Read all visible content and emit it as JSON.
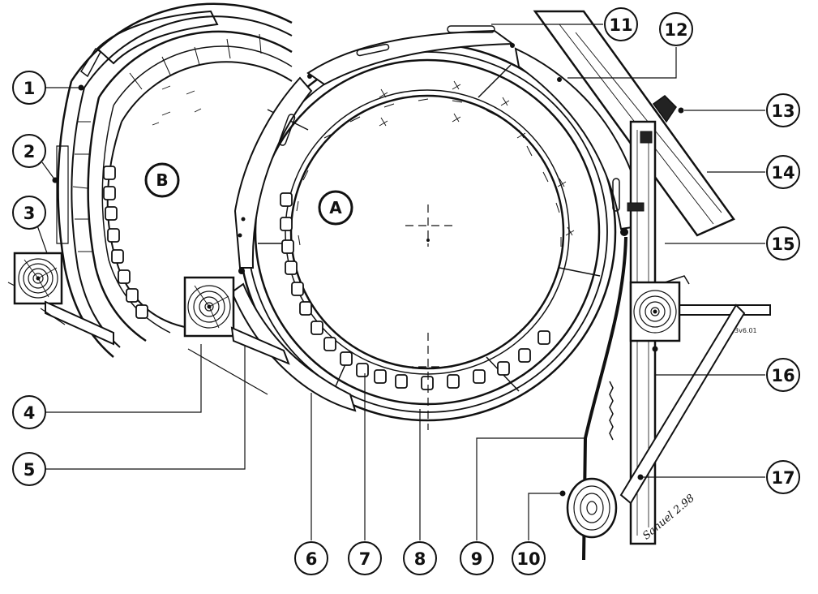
{
  "sections": {
    "a": "A",
    "b": "B"
  },
  "callouts": [
    "1",
    "2",
    "3",
    "4",
    "5",
    "6",
    "7",
    "8",
    "9",
    "10",
    "11",
    "12",
    "13",
    "14",
    "15",
    "16",
    "17"
  ],
  "drawing_code": "3v6.01",
  "signature": "Sanuel 2.98"
}
